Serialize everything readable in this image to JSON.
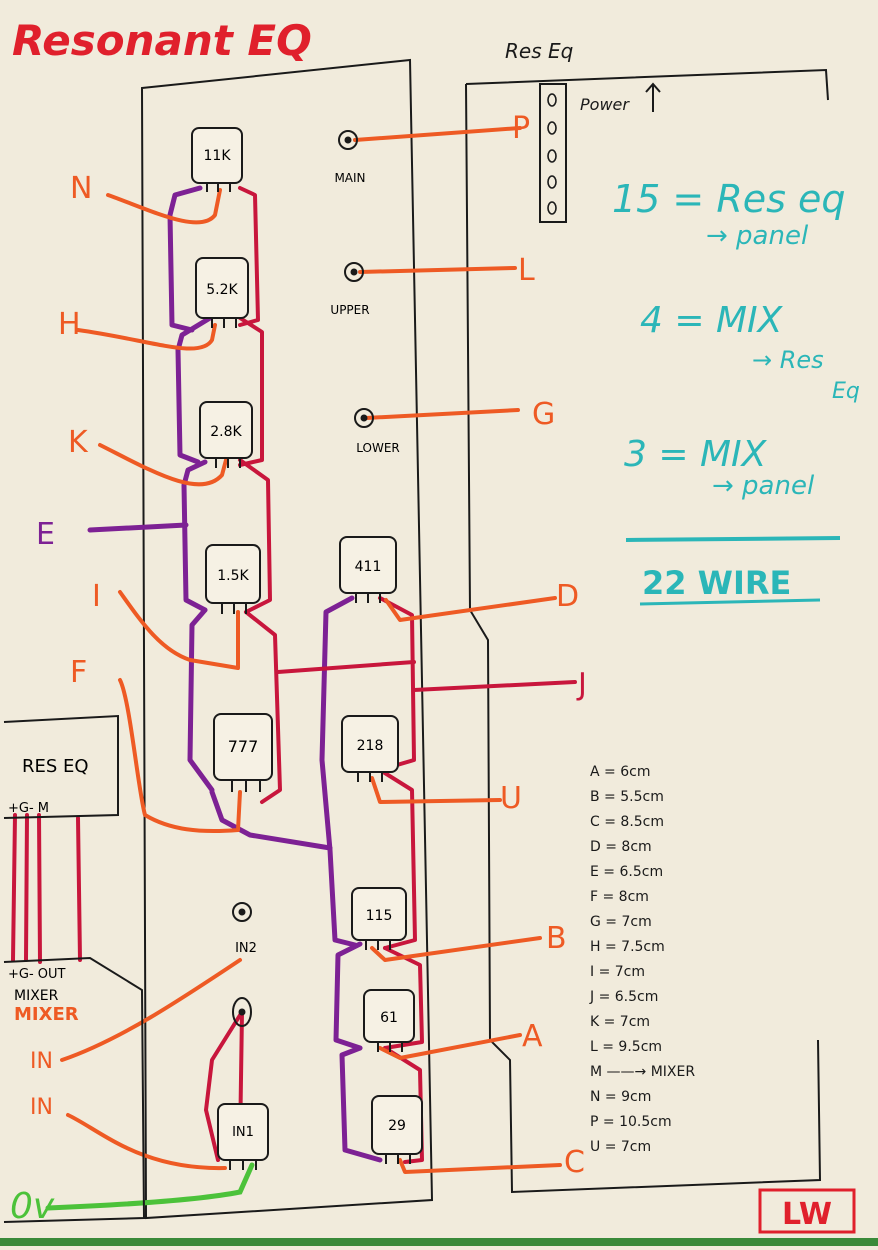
{
  "title": "Resonant EQ",
  "panel_label": "Res Eq",
  "power_label": "Power",
  "pots": [
    {
      "label": "11K"
    },
    {
      "label": "5.2K"
    },
    {
      "label": "2.8K"
    },
    {
      "label": "1.5K"
    },
    {
      "label": "777"
    },
    {
      "label": "411"
    },
    {
      "label": "218"
    },
    {
      "label": "115"
    },
    {
      "label": "61"
    },
    {
      "label": "29"
    },
    {
      "label": "IN1"
    }
  ],
  "jacks": [
    {
      "label": "MAIN"
    },
    {
      "label": "UPPER"
    },
    {
      "label": "LOWER"
    },
    {
      "label": "IN2"
    }
  ],
  "wire_letters": {
    "N": "N",
    "H": "H",
    "K": "K",
    "E": "E",
    "I": "I",
    "F": "F",
    "P": "P",
    "L": "L",
    "G": "G",
    "D": "D",
    "J": "J",
    "U": "U",
    "B": "B",
    "A": "A",
    "C": "C"
  },
  "res_eq_box": {
    "label": "RES EQ",
    "pins": "+G- M"
  },
  "mixer_box": {
    "pins": "+G- OUT",
    "mixer": "MIXER",
    "mixer_bold": "MIXER",
    "in1": "IN",
    "in2": "IN"
  },
  "zero_volt": "0v",
  "notes": [
    {
      "text": "15 = Res eq"
    },
    {
      "text": "→ panel"
    },
    {
      "text": "4 = MIX"
    },
    {
      "text": "→ Res"
    },
    {
      "text": "Eq"
    },
    {
      "text": "3 = MIX"
    },
    {
      "text": "→ panel"
    },
    {
      "text": "22 WIRE"
    }
  ],
  "lengths": [
    "A = 6cm",
    "B = 5.5cm",
    "C = 8.5cm",
    "D = 8cm",
    "E = 6.5cm",
    "F = 8cm",
    "G = 7cm",
    "H = 7.5cm",
    "I = 7cm",
    "J = 6.5cm",
    "K = 7cm",
    "L = 9.5cm",
    "M ——→ MIXER",
    "N = 9cm",
    "P = 10.5cm",
    "U = 7cm"
  ],
  "signature": "LW",
  "colors": {
    "background": "#f1ebdc",
    "red": "#e0202c",
    "orange": "#ee5a24",
    "crimson": "#c8163c",
    "purple": "#7d2194",
    "teal": "#2bb6b8",
    "green": "#4cc23a",
    "black": "#1a1a1a"
  }
}
